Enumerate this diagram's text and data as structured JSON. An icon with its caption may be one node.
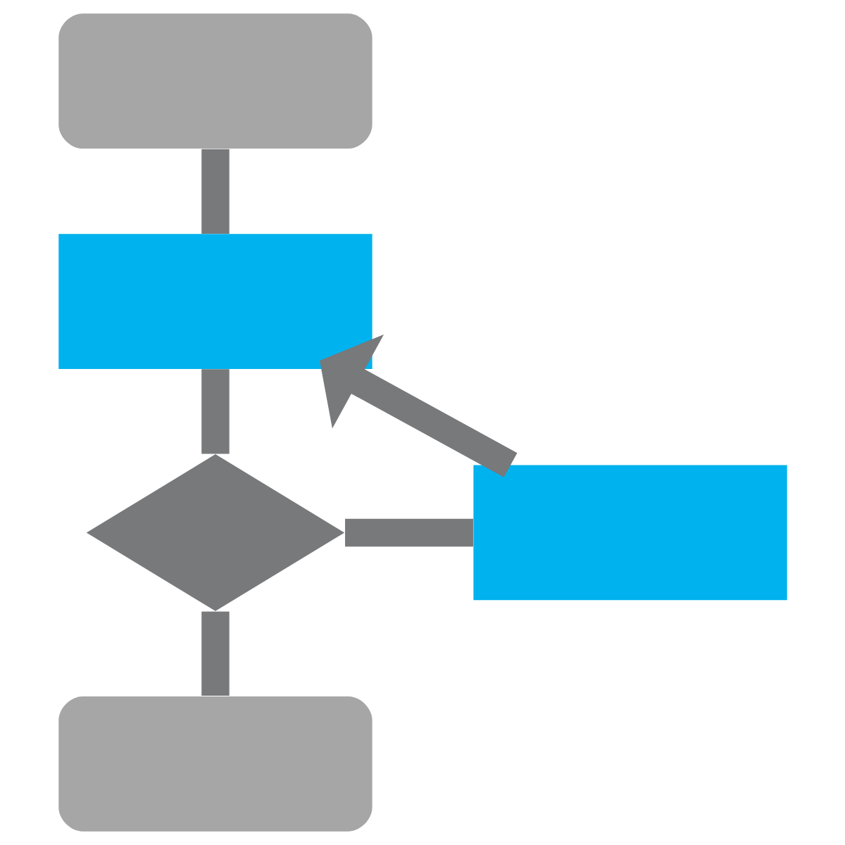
{
  "diagram": {
    "nodes": [
      {
        "text": [],
        "shape": "stadium"
      },
      {
        "text": [],
        "shape": "box"
      },
      {
        "text": [],
        "shape": "diamond"
      },
      {
        "text": [],
        "shape": "box"
      },
      {
        "text": [],
        "shape": "stadium"
      }
    ],
    "edges": [
      {
        "from": 0,
        "to": 1,
        "arrow": "none"
      },
      {
        "from": 1,
        "to": 2,
        "arrow": "none"
      },
      {
        "from": 2,
        "to": 3,
        "arrow": "none"
      },
      {
        "from": 3,
        "to": 1,
        "arrow": "to"
      },
      {
        "from": 2,
        "to": 4,
        "arrow": "none"
      }
    ]
  }
}
